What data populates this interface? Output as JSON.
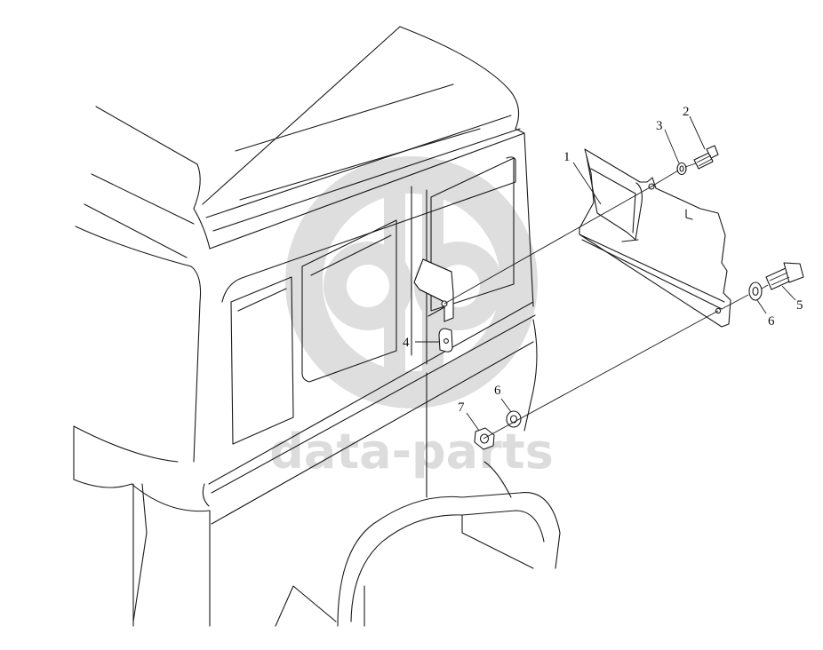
{
  "watermark": {
    "text": "data-parts",
    "color": "#d6d6d6"
  },
  "callouts": [
    {
      "id": "1",
      "label": "1"
    },
    {
      "id": "2",
      "label": "2"
    },
    {
      "id": "3",
      "label": "3"
    },
    {
      "id": "4",
      "label": "4"
    },
    {
      "id": "5",
      "label": "5"
    },
    {
      "id": "6a",
      "label": "6"
    },
    {
      "id": "6b",
      "label": "6"
    },
    {
      "id": "7",
      "label": "7"
    }
  ],
  "colors": {
    "line": "#1a1a1a",
    "background": "#ffffff",
    "watermark": "#d6d6d6"
  }
}
